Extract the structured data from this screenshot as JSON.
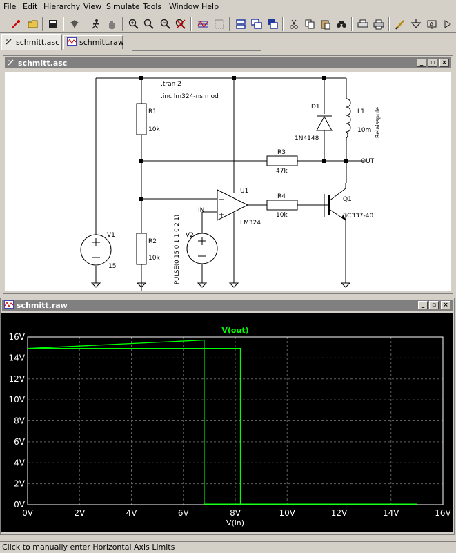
{
  "menubar": {
    "items": [
      "File",
      "Edit",
      "Hierarchy",
      "View",
      "Simulate",
      "Tools",
      "Window",
      "Help"
    ]
  },
  "toolbar": {
    "icons": [
      "new-schematic-icon",
      "open-icon",
      "save-icon",
      "control-panel-icon",
      "run-icon",
      "pan-icon",
      "zoom-in-icon",
      "zoom-area-icon",
      "zoom-out-icon",
      "zoom-cancel-icon",
      "waveform-icon",
      "waveform-grid-icon",
      "tile-horizontal-icon",
      "cascade-icon",
      "tile-icon",
      "cut-icon",
      "copy-icon",
      "paste-icon",
      "find-icon",
      "print-setup-icon",
      "print-icon",
      "draw-wire-icon",
      "ground-icon",
      "label-net-icon",
      "component-icon"
    ]
  },
  "tabs": [
    {
      "label": "schmitt.asc",
      "icon": "schematic-icon",
      "active": true
    },
    {
      "label": "schmitt.raw",
      "icon": "waveform-icon",
      "active": false
    }
  ],
  "schematic_window": {
    "title": "schmitt.asc",
    "directives": [
      ".tran 2",
      ".inc lm324-ns.mod"
    ],
    "components": {
      "R1": {
        "name": "R1",
        "value": "10k"
      },
      "R2": {
        "name": "R2",
        "value": "10k"
      },
      "R3": {
        "name": "R3",
        "value": "47k"
      },
      "R4": {
        "name": "R4",
        "value": "10k"
      },
      "D1": {
        "name": "D1",
        "value": "1N4148"
      },
      "L1": {
        "name": "L1",
        "value": "10m",
        "extra": "Relaisspule"
      },
      "U1": {
        "name": "U1",
        "value": "LM324"
      },
      "Q1": {
        "name": "Q1",
        "value": "BC337-40"
      },
      "V1": {
        "name": "V1",
        "value": "15"
      },
      "V2": {
        "name": "V2",
        "value": "PULSE(0 15 0 1 1 0 2 1)"
      }
    },
    "labels": {
      "out": "OUT",
      "in": "IN",
      "minus": "−",
      "plus": "+"
    }
  },
  "waveform_window": {
    "title": "schmitt.raw"
  },
  "chart_data": {
    "type": "line",
    "title": "V(out)",
    "xlabel": "V(in)",
    "ylabel": "",
    "xlim": [
      0,
      16
    ],
    "ylim": [
      0,
      16
    ],
    "x_ticks": [
      "0V",
      "2V",
      "4V",
      "6V",
      "8V",
      "10V",
      "12V",
      "14V",
      "16V"
    ],
    "y_ticks": [
      "0V",
      "2V",
      "4V",
      "6V",
      "8V",
      "10V",
      "12V",
      "14V",
      "16V"
    ],
    "grid": true,
    "colors": {
      "trace": "#00ff00",
      "background": "#000000",
      "axis": "#ffffff",
      "grid": "#606060"
    },
    "series": [
      {
        "name": "V(out)",
        "x": [
          0,
          8.2,
          8.2,
          15,
          6.8,
          6.8,
          0
        ],
        "y": [
          14.9,
          14.9,
          0.05,
          0.05,
          0.05,
          15.7,
          14.9
        ]
      }
    ]
  },
  "status": {
    "text": "Click to manually enter Horizontal Axis Limits"
  }
}
